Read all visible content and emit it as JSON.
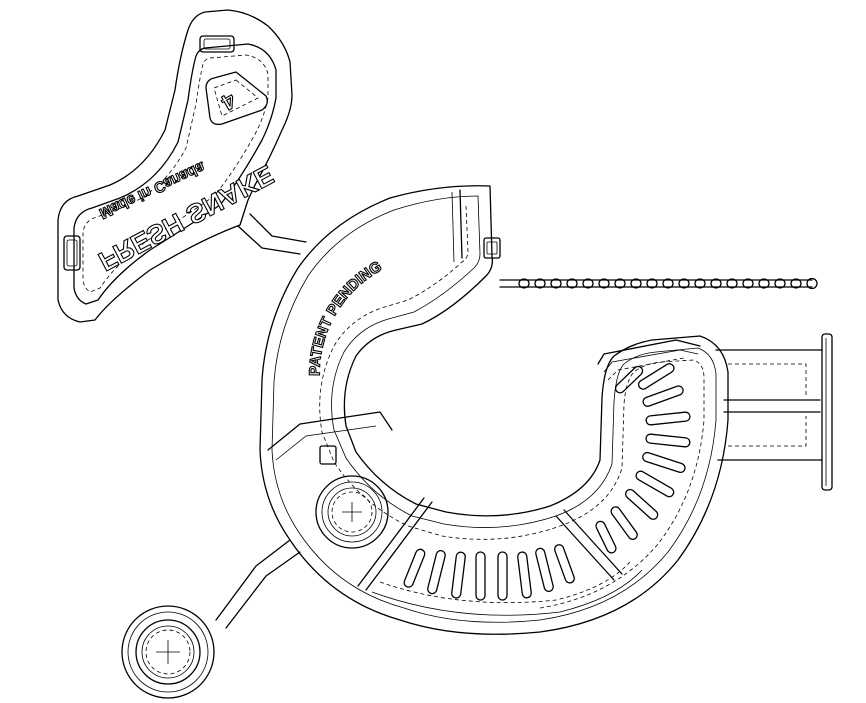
{
  "drawing": {
    "brand_text": "FRESH SNAKE",
    "origin_text": "Made in Canada",
    "recycle_code": "4",
    "main_part_text": "PATENT PENDING",
    "colors": {
      "line": "#000000",
      "background": "#ffffff"
    }
  }
}
